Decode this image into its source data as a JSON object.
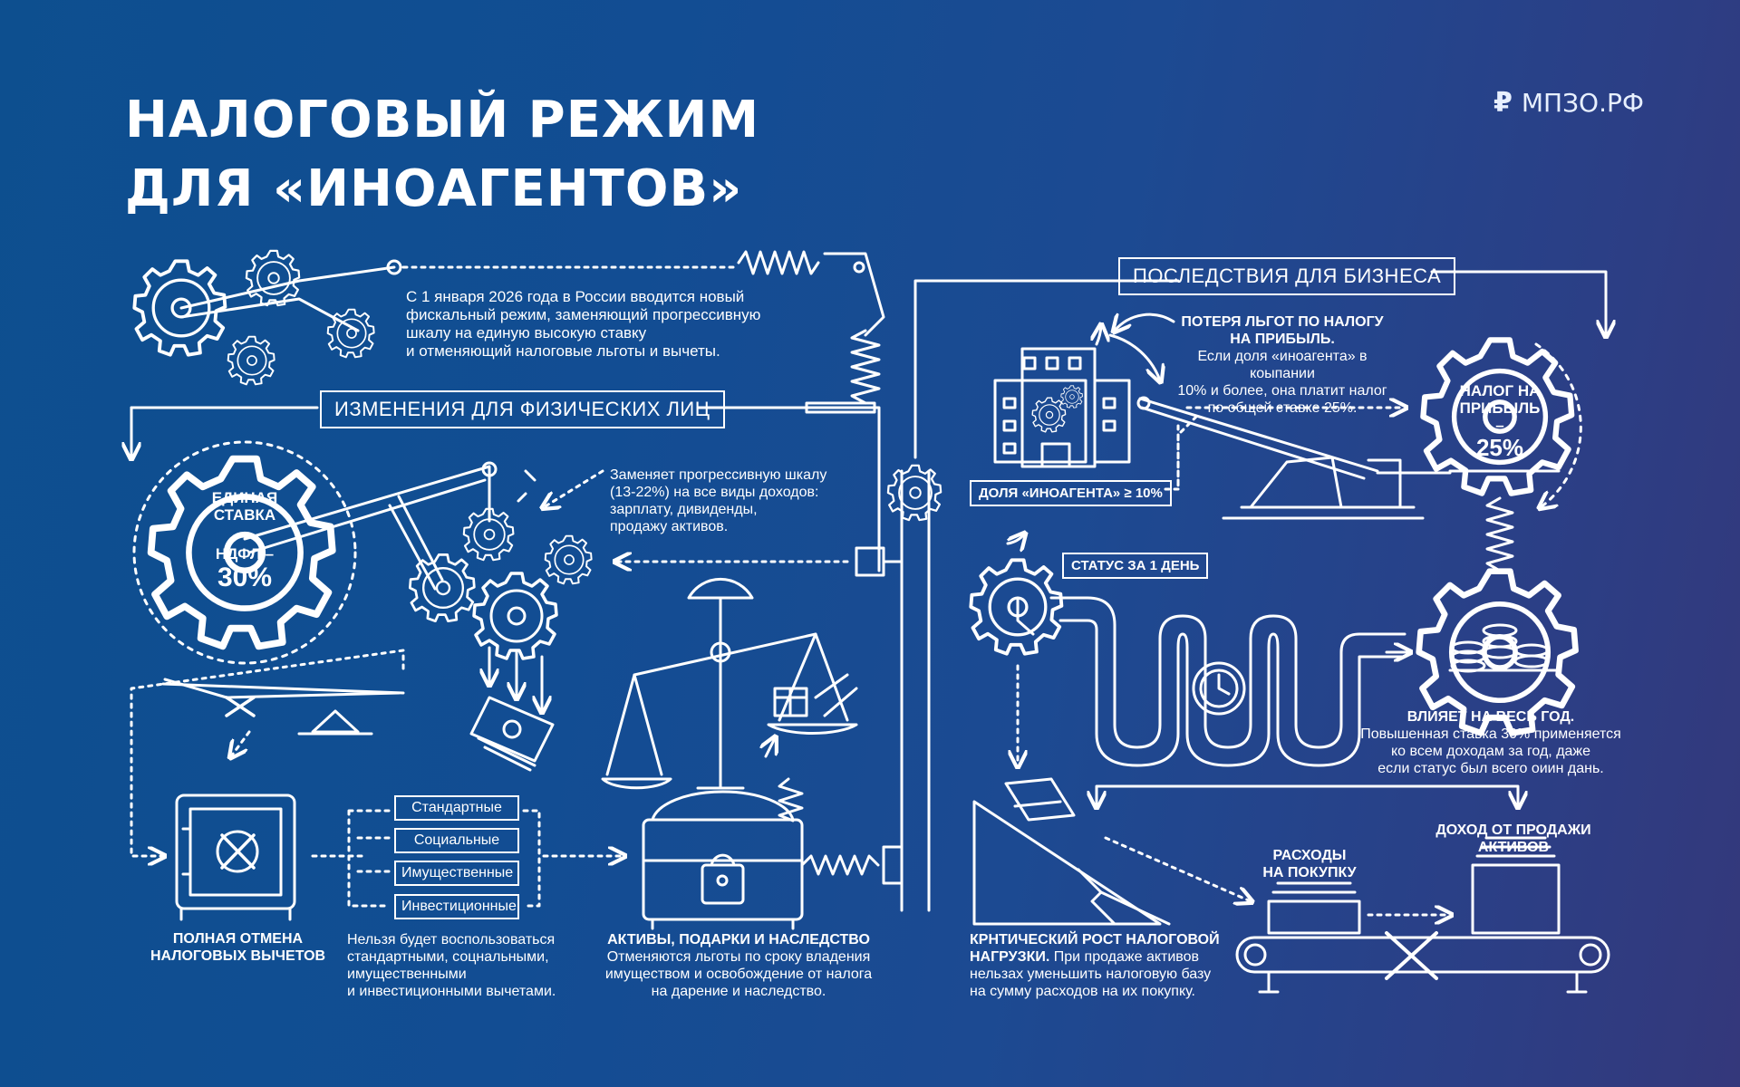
{
  "title": {
    "line1": "НАЛОГОВЫЙ РЕЖИМ",
    "line2": "ДЛЯ «ИНОАГЕНТОВ»"
  },
  "logo": {
    "text": "МПЗО.РФ",
    "icon": "ruble-icon"
  },
  "intro": {
    "l1": "С 1 января 2026 года в России вводится новый",
    "l2": "фискальный режим, заменяющий прогрессивную",
    "l3": "шкалу на единую высокую ставку",
    "l4": "и отменяющий налоговые льготы и вычеты."
  },
  "sections": {
    "individuals": "ИЗМЕНЕНИЯ ДЛЯ ФИЗИЧЕСКИХ ЛИЦ",
    "business": "ПОСЛЕДСТВИЯ ДЛЯ БИЗНЕСА"
  },
  "ndfl": {
    "l1": "ЕДИНАЯ",
    "l2": "СТАВКА",
    "l3": "НДФЛ –",
    "l4": "30%"
  },
  "progressive": {
    "l1": "Заменяет прогрессивную шкалу",
    "l2": "(13-22%) на все виды доходов:",
    "l3": "зарплату, дивиденды,",
    "l4": "продажу активов."
  },
  "deductions": {
    "tags": [
      "Стандартные",
      "Социальные",
      "Имущественные",
      "Инвестиционные"
    ],
    "heading1": "ПОЛНАЯ ОТМЕНА",
    "heading2": "НАЛОГОВЫХ ВЫЧЕТОВ",
    "desc1": "Нельзя будет воспользоваться",
    "desc2": "стандартными, соцнальными,",
    "desc3": "имущественными",
    "desc4": "и инвестиционными вычетами."
  },
  "assets": {
    "heading": "АКТИВЫ, ПОДАРКИ И НАСЛЕДСТВО",
    "d1": "Отменяются льготы по сроку владения",
    "d2": "имуществом и освобождение от налога",
    "d3": "на дарение и наследство."
  },
  "business": {
    "share_label": "ДОЛЯ «ИНОАГЕНТА» ≥ 10%",
    "loss_h1": "ПОТЕРЯ ЛЬГОТ ПО НАЛОГУ",
    "loss_h2": "НА ПРИБЫЛЬ.",
    "loss_d1": "Если доля «иноагента» в коыпании",
    "loss_d2": "10% и более, она платит налог",
    "loss_d3": "по общей ставке 25%.",
    "profit_l1": "НАЛОГ НА",
    "profit_l2": "ПРИБЫЛЬ –",
    "profit_l3": "25%",
    "status_label": "СТАТУС ЗА 1 ДЕНЬ",
    "year_h": "ВЛИЯЕТ НА ВЕСЬ ГОД.",
    "year_d1": "Повышенная ставка 30% применяется",
    "year_d2": "ко всем доходам за год, даже",
    "year_d3": "если статус был всего оиин дань.",
    "expenses_l1": "РАСХОДЫ",
    "expenses_l2": "НА ПОКУПКУ",
    "income_l1": "ДОХОД ОТ ПРОДАЖИ",
    "income_l2": "АКТИВОВ",
    "growth_h1": "КРНТИЧЕСКИЙ РОСТ НАЛОГОВОЙ",
    "growth_h2": "НАГРУЗКИ.",
    "growth_d1": " При продаже активов",
    "growth_d2": "нельзах уменьшить налоговую базу",
    "growth_d3": "на сумму расходов на их покупку."
  },
  "colors": {
    "background_start": "#0d4f8f",
    "background_end": "#34387b",
    "line": "#ffffff"
  }
}
